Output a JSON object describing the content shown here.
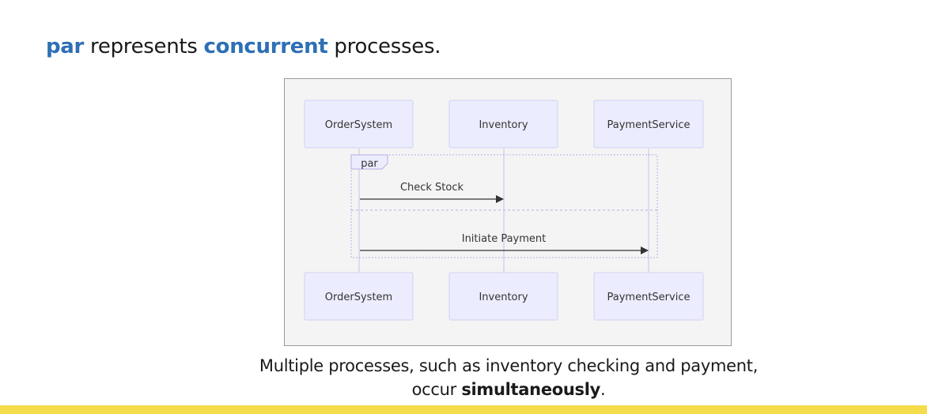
{
  "headline": {
    "kw1": "par",
    "text1": " represents ",
    "kw2": "concurrent",
    "text2": " processes."
  },
  "diagram": {
    "participants": [
      "OrderSystem",
      "Inventory",
      "PaymentService"
    ],
    "fragment_label": "par",
    "messages": [
      {
        "from": "OrderSystem",
        "to": "Inventory",
        "label": "Check Stock"
      },
      {
        "from": "OrderSystem",
        "to": "PaymentService",
        "label": "Initiate Payment"
      }
    ]
  },
  "caption": {
    "line1": "Multiple processes, such as inventory checking and payment,",
    "line2_pre": "occur ",
    "line2_bold": "simultaneously",
    "line2_post": "."
  },
  "colors": {
    "accent": "#2e6fb5",
    "actor_fill": "#ececff",
    "actor_stroke": "#d4d0f0",
    "lifeline": "#c9c0ec",
    "frame_line": "#b3aee0",
    "arrow": "#333333",
    "footer": "#f5dc4a"
  }
}
